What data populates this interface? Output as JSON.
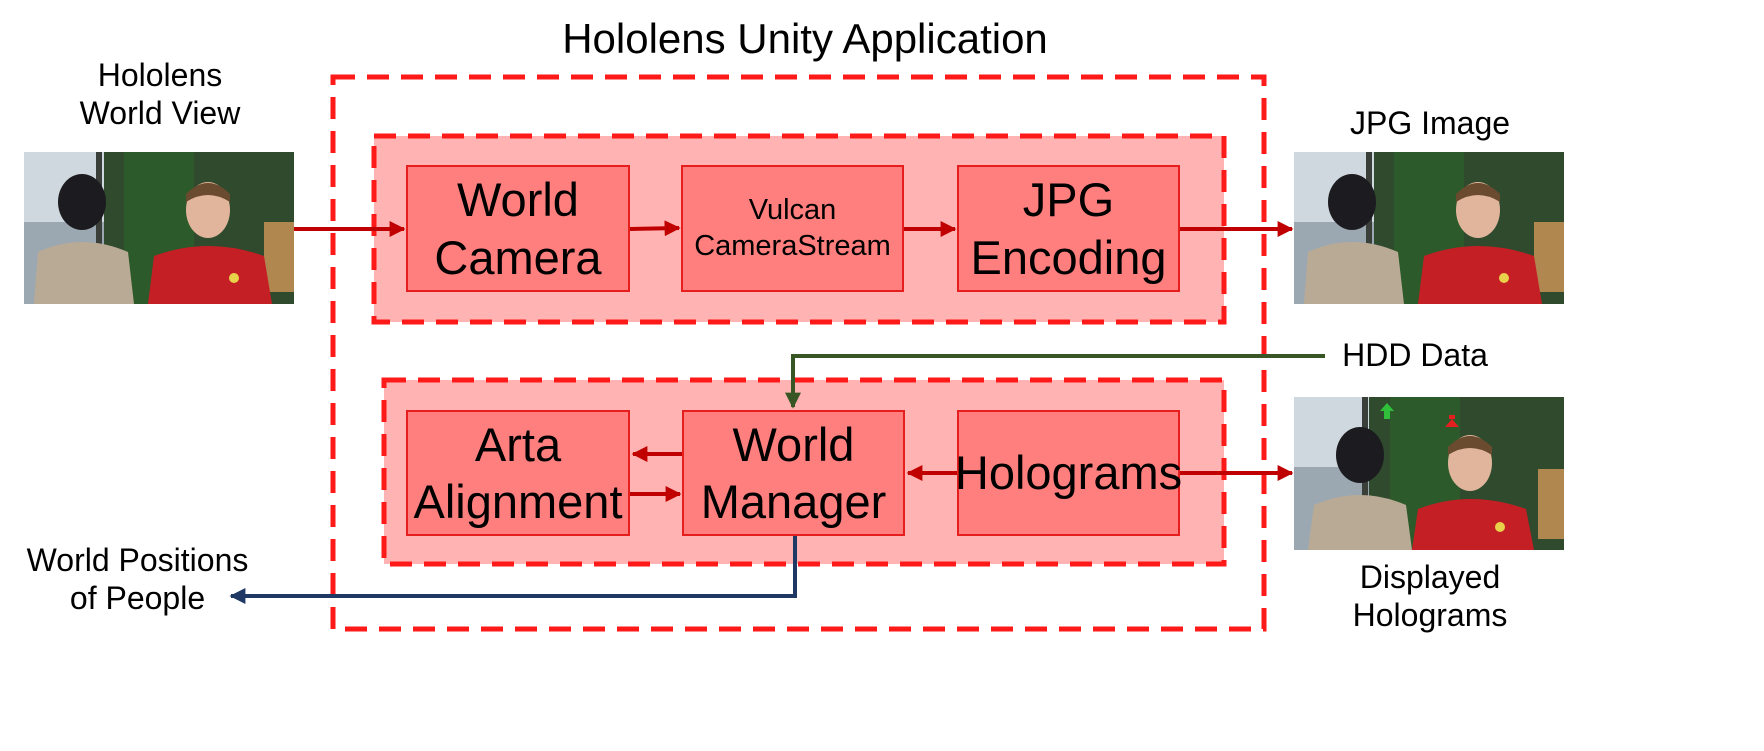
{
  "title": "Hololens Unity Application",
  "inputs": {
    "world_view_label": "Hololens\nWorld View",
    "hdd_data_label": "HDD Data"
  },
  "outputs": {
    "jpg_image_label": "JPG Image",
    "displayed_holograms_label": "Displayed\nHolograms",
    "world_positions_label": "World Positions\nof People"
  },
  "top_pipeline": {
    "world_camera": "World\nCamera",
    "vulcan_camerastream": "Vulcan\nCameraStream",
    "jpg_encoding": "JPG\nEncoding"
  },
  "bottom_pipeline": {
    "arta_alignment": "Arta\nAlignment",
    "world_manager": "World\nManager",
    "holograms": "Holograms"
  },
  "colors": {
    "dashed_border": "#ff1a1a",
    "group_fill": "#ffb3b3",
    "block_fill": "#ff7f7f",
    "block_border": "#e61e1e",
    "image_arrow": "#c00000",
    "hdd_arrow": "#375623",
    "positions_arrow": "#1f3864"
  }
}
